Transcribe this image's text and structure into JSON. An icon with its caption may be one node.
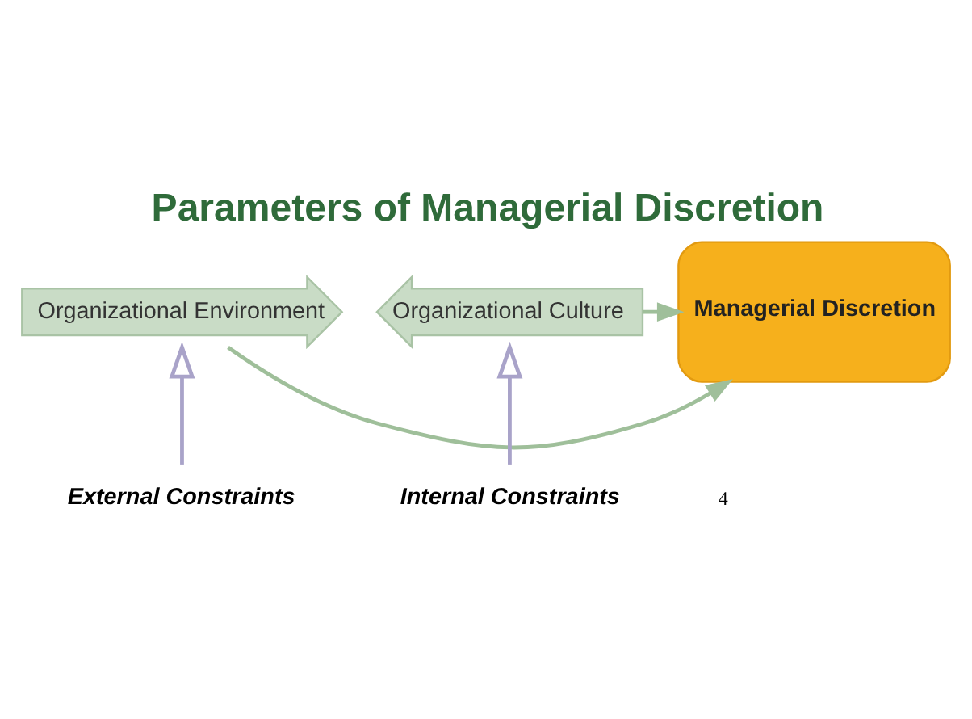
{
  "diagram": {
    "title": "Parameters of Managerial Discretion",
    "nodes": [
      {
        "text": [
          "Organizational Environment"
        ]
      },
      {
        "text": [
          "Managerial Discretion"
        ]
      },
      {
        "text": [
          "Organizational Culture"
        ]
      },
      {
        "text": [
          "External Constraints"
        ]
      },
      {
        "text": [
          "Internal Constraints"
        ]
      }
    ],
    "edges": [
      {
        "from": 0,
        "to": 1,
        "arrow": "to"
      },
      {
        "from": 2,
        "to": 1,
        "arrow": "to"
      },
      {
        "from": 3,
        "to": 0,
        "arrow": "to"
      },
      {
        "from": 4,
        "to": 2,
        "arrow": "to"
      }
    ],
    "labels": [
      "4"
    ]
  }
}
